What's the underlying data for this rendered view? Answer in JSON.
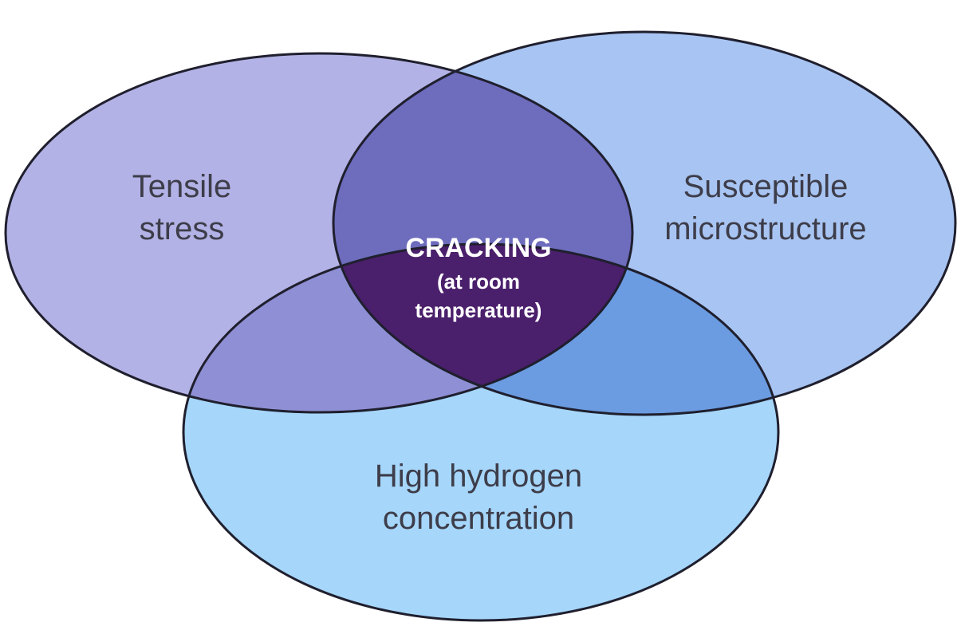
{
  "diagram": {
    "type": "venn",
    "sets": [
      {
        "id": "tensile",
        "label_lines": [
          "Tensile",
          "stress"
        ],
        "fill": "#b3b2e6"
      },
      {
        "id": "micro",
        "label_lines": [
          "Susceptible",
          "microstructure"
        ],
        "fill": "#a8c4f2"
      },
      {
        "id": "hydrogen",
        "label_lines": [
          "High hydrogen",
          "concentration"
        ],
        "fill": "#a6d6fa"
      }
    ],
    "intersections": {
      "tensile_micro": {
        "fill": "#6d6cbd"
      },
      "tensile_hydrogen": {
        "fill": "#8e8fd4"
      },
      "micro_hydrogen": {
        "fill": "#6b9be0"
      }
    },
    "center": {
      "title": "CRACKING",
      "subtitle_lines": [
        "(at room",
        "temperature)"
      ],
      "fill": "#4a1f6b"
    },
    "outline_color": "#1f1f2e"
  }
}
